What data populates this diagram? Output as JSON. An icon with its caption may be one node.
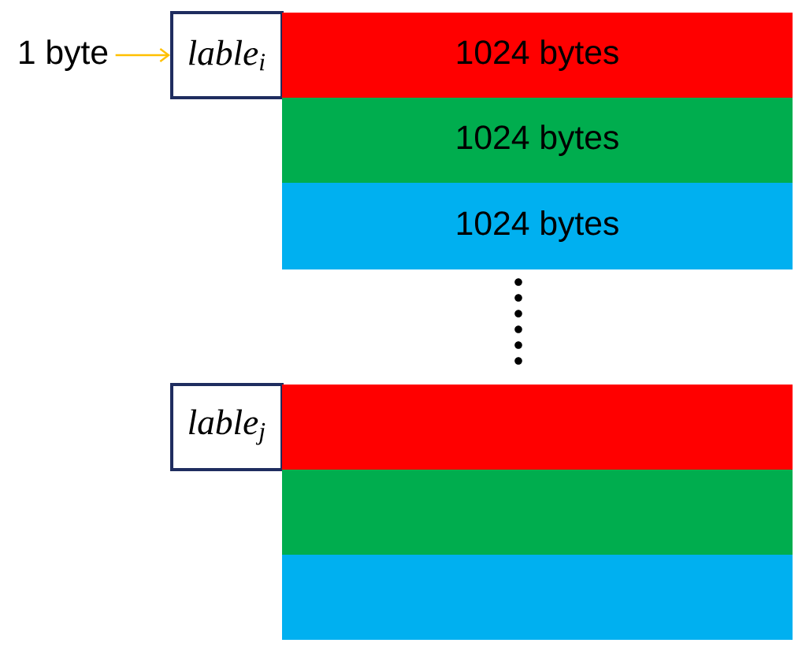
{
  "diagram": {
    "nodes": [
      {
        "text": [
          "1 byte"
        ]
      },
      {
        "text": [
          "lable$_{i}$"
        ]
      },
      {
        "text": [
          "1024 bytes"
        ]
      },
      {
        "text": [
          "1024 bytes"
        ]
      },
      {
        "text": [
          "1024 bytes"
        ]
      },
      {
        "text": [
          "lable$_{j}$"
        ]
      },
      {
        "text": [],
        "shape": "bar"
      },
      {
        "text": [],
        "shape": "bar"
      },
      {
        "text": [],
        "shape": "bar"
      }
    ],
    "edges": [
      {
        "from": 0,
        "to": 1,
        "arrow": "to",
        "color": "#ffc000"
      }
    ]
  }
}
